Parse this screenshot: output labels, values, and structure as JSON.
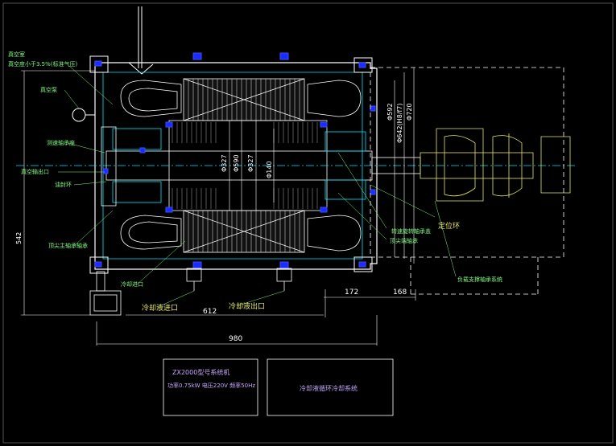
{
  "labels": {
    "vacuum_chamber": "真空室",
    "vacuum_degree": "真空度小于3.5%(标准气压)",
    "vacuum_pump": "真空泵",
    "sensor_bearing": "测速轴承座",
    "vacuum_outlet": "真空输出口",
    "seal_ring": "油封环",
    "balance_shaft_bearing": "顶尖主轴承轴承",
    "coolant_inlet_upper": "冷却进口",
    "coolant_inlet": "冷却液进口",
    "coolant_outlet": "冷却液出口",
    "positioning_shaft_cover": "转速旋转轴承盖",
    "positioning_ring": "定位环",
    "secondary_bearing": "顶尖端轴承",
    "load_support": "负载支撑轴承系统"
  },
  "dimensions": {
    "d592": "Φ592",
    "d642": "Φ642(H8/f7)",
    "d720": "Φ720",
    "d327a": "Φ327",
    "d590": "Φ590",
    "d327b": "Φ327",
    "d140": "Φ140",
    "h542": "542",
    "w172": "172",
    "w168": "168",
    "w612": "612",
    "w980": "980"
  },
  "title_block": {
    "model": "ZX2000型号系统机",
    "specs": "功率0.75kW 电压220V 频率50Hz",
    "system": "冷却液循环冷却系统"
  },
  "colors": {
    "outline": "#ffffff",
    "cyan": "#00e5ff",
    "green": "#7CFC7C",
    "yellow": "#e8e860",
    "blue": "#3a4dff",
    "purple": "#c8a8ff"
  }
}
